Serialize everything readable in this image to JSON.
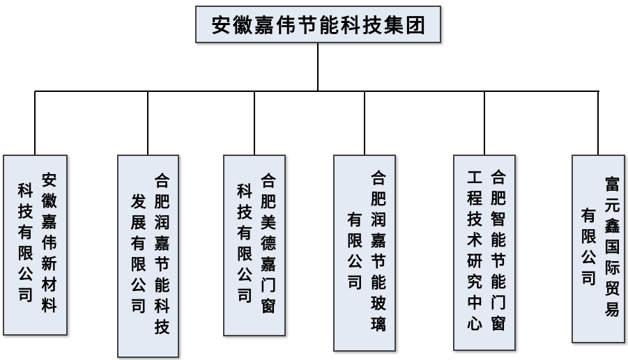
{
  "chart": {
    "type": "org-chart",
    "root": {
      "name": "安徽嘉伟节能科技集团"
    },
    "children": [
      {
        "name": "安徽嘉伟新材料科技有限公司",
        "line1": "安徽嘉伟新材料",
        "line2": "科技有限公司"
      },
      {
        "name": "合肥润嘉节能科技发展有限公司",
        "line1": "合肥润嘉节能科技",
        "line2": "发展有限公司"
      },
      {
        "name": "合肥美德嘉门窗科技有限公司",
        "line1": "合肥美德嘉门窗",
        "line2": "科技有限公司"
      },
      {
        "name": "合肥润嘉节能玻璃有限公司",
        "line1": "合肥润嘉节能玻璃",
        "line2": "有限公司"
      },
      {
        "name": "合肥智能节能门窗工程技术研究中心",
        "line1": "合肥智能节能门窗",
        "line2": "工程技术研究中心"
      },
      {
        "name": "富元鑫国际贸易有限公司",
        "line1": "富元鑫国际贸易",
        "line2": "有限公司"
      }
    ],
    "colors": {
      "box_fill": "#e4eaf4",
      "box_border": "#404040",
      "connector": "#000000",
      "text": "#000000",
      "background": "#ffffff"
    }
  }
}
